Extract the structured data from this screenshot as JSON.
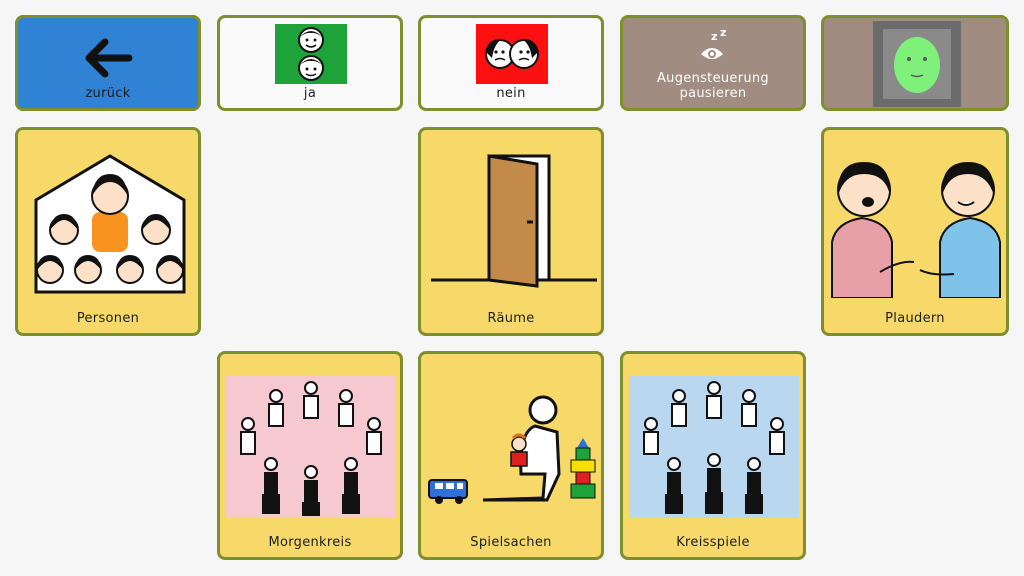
{
  "top_row": {
    "back_label": "zurück",
    "yes_label": "ja",
    "no_label": "nein",
    "pause_label_line1": "Augensteuerung",
    "pause_label_line2": "pausieren"
  },
  "tiles": {
    "personen": "Personen",
    "raeume": "Räume",
    "plaudern": "Plaudern",
    "morgenkreis": "Morgenkreis",
    "spielsachen": "Spielsachen",
    "kreisspiele": "Kreisspiele"
  },
  "colors": {
    "tile_yellow": "#f7d96a",
    "border_green": "#7f8f2e",
    "back_blue": "#2f82d4",
    "pause_brown": "#a08c80",
    "yes_green": "#1ea33a",
    "no_red": "#ff1010"
  },
  "icons": {
    "back": "arrow-left-icon",
    "yes": "yes-faces-icon",
    "no": "no-faces-icon",
    "pause": "eye-sleep-icon",
    "tracker": "face-tracker-icon"
  }
}
